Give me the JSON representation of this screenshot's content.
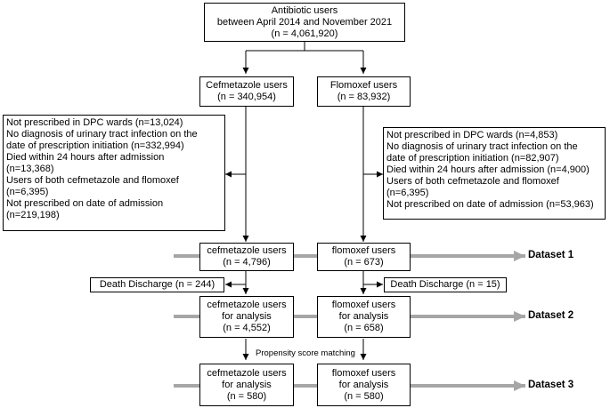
{
  "top_box": [
    "Antibiotic users",
    "between April 2014 and November 2021",
    "(n = 4,061,920)"
  ],
  "cef_users_box": [
    "Cefmetazole users",
    "(n = 340,954)"
  ],
  "flo_users_box": [
    "Flomoxef users",
    "(n = 83,932)"
  ],
  "cef_exclusions": [
    "Not prescribed in DPC wards (n=13,024)",
    "No diagnosis of urinary tract infection on the",
    "date of prescription initiation (n=332,994)",
    "Died within 24 hours after admission",
    "(n=13,368)",
    "Users of both cefmetazole and flomoxef",
    "(n=6,395)",
    "Not prescribed on date of admission",
    "(n=219,198)"
  ],
  "flo_exclusions": [
    "Not prescribed in DPC wards (n=4,853)",
    "No diagnosis of urinary tract infection on the",
    "date of prescription initiation (n=82,907)",
    "Died within 24 hours after admission (n=4,900)",
    "Users of both cefmetazole and flomoxef",
    "(n=6,395)",
    "Not prescribed on date of admission (n=53,963)"
  ],
  "cef_d1_box": [
    "cefmetazole users",
    "(n = 4,796)"
  ],
  "flo_d1_box": [
    "flomoxef users",
    "(n = 673)"
  ],
  "cef_death": "Death Discharge (n = 244)",
  "flo_death": "Death Discharge (n = 15)",
  "cef_d2_box": [
    "cefmetazole users",
    "for analysis",
    "(n = 4,552)"
  ],
  "flo_d2_box": [
    "flomoxef users",
    "for analysis",
    "(n = 658)"
  ],
  "psm_label": "Propensity score matching",
  "cef_d3_box": [
    "cefmetazole users",
    "for analysis",
    "(n = 580)"
  ],
  "flo_d3_box": [
    "flomoxef users",
    "for analysis",
    "(n = 580)"
  ],
  "datasets": [
    "Dataset 1",
    "Dataset 2",
    "Dataset 3"
  ],
  "colors": {
    "band": "#a6a6a6",
    "line": "#000000"
  }
}
